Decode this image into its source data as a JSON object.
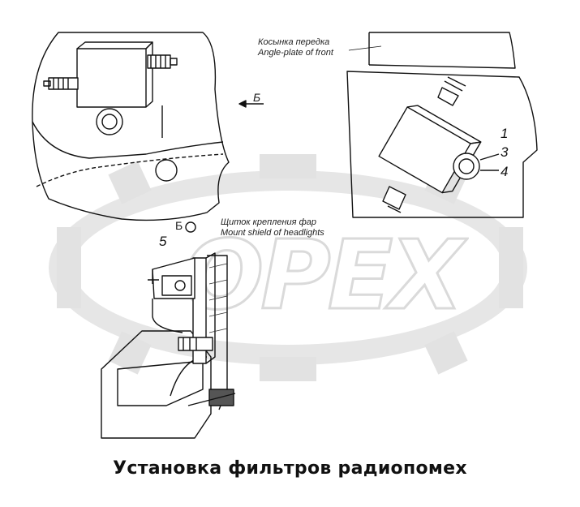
{
  "watermark": {
    "text": "OPEX",
    "color": "#d9d9d9"
  },
  "labels": {
    "angle_plate_ru": "Косынка передка",
    "angle_plate_en": "Angle-plate of front",
    "view_b_arrow": "Б",
    "view_b_marker": "Б",
    "shield_ru": "Щиток крепления фар",
    "shield_en": "Mount shield of headlights"
  },
  "callouts": {
    "c1": "1",
    "c3": "3",
    "c4": "4",
    "c5": "5"
  },
  "caption": "Установка фильтров радиопомех"
}
